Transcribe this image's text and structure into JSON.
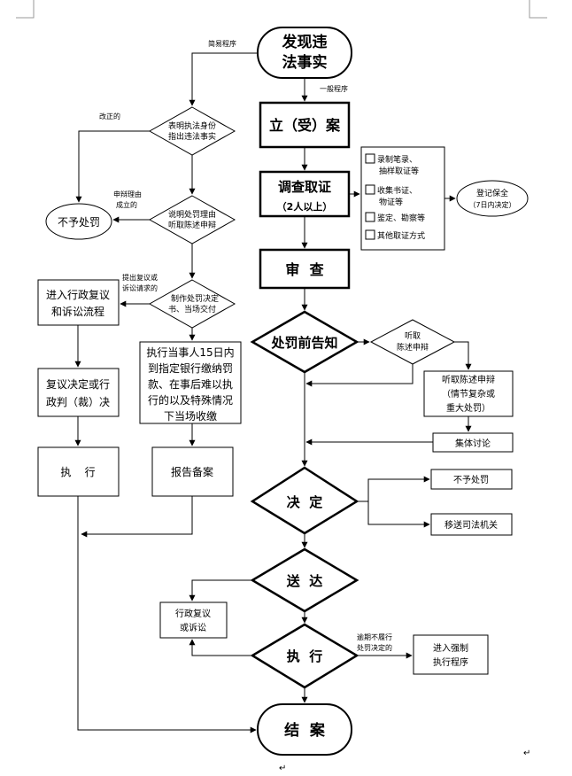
{
  "nodes": {
    "discover": [
      "发现违",
      "法事实"
    ],
    "simple_proc": "简易程序",
    "general_proc": "一般程序",
    "file_case": "立（受）案",
    "investigate": [
      "调查取证",
      "（2人以上）"
    ],
    "evidence_options": [
      {
        "label": [
          "录制笔录、",
          "抽样取证等"
        ]
      },
      {
        "label": [
          "收集书证、",
          "物证等"
        ]
      },
      {
        "label": [
          "鉴定、勘察等"
        ]
      },
      {
        "label": [
          "其他取证方式"
        ]
      }
    ],
    "register_preserve": [
      "登记保全",
      "（7日内决定）"
    ],
    "review": "审  查",
    "prenotice": "处罚前告知",
    "hear_plea_diamond": [
      "听取",
      "陈述申辩"
    ],
    "hear_plea_box": [
      "听取陈述申辩",
      "（情节复杂或",
      "重大处罚）"
    ],
    "collective": "集体讨论",
    "decide": "决  定",
    "no_penalty_right": "不予处罚",
    "transfer_judicial": "移送司法机关",
    "deliver": "送  达",
    "admin_review_box": [
      "行政复议",
      "或诉讼"
    ],
    "execute_diamond": "执  行",
    "overdue_label": [
      "逾期不履行",
      "处罚决定的"
    ],
    "enforce": [
      "进入强制",
      "执行程序"
    ],
    "close_case": "结  案",
    "show_id": [
      "表明执法身份",
      "指出违法事实"
    ],
    "corrected": "改正的",
    "explain": [
      "说明处罚理由",
      "听取陈述申辩"
    ],
    "plea_valid": [
      "申辩理由",
      "成立的"
    ],
    "no_penalty_left": "不予处罚",
    "make_decision": [
      "制作处罚决定",
      "书、当场交付"
    ],
    "raise_request": [
      "提出复议或",
      "诉讼请求的"
    ],
    "admin_review_flow": [
      "进入行政复议",
      "和诉讼流程"
    ],
    "review_result": [
      "复议决定或行",
      "政判（裁）决"
    ],
    "execute_left": "执    行",
    "pay_fine": [
      "执行当事人15日内",
      "到指定银行缴纳罚",
      "款、在事后难以执",
      "行的以及特殊情况",
      "下当场收缴"
    ],
    "report_file": "报告备案"
  },
  "para_marks": [
    "↵",
    "↵"
  ]
}
